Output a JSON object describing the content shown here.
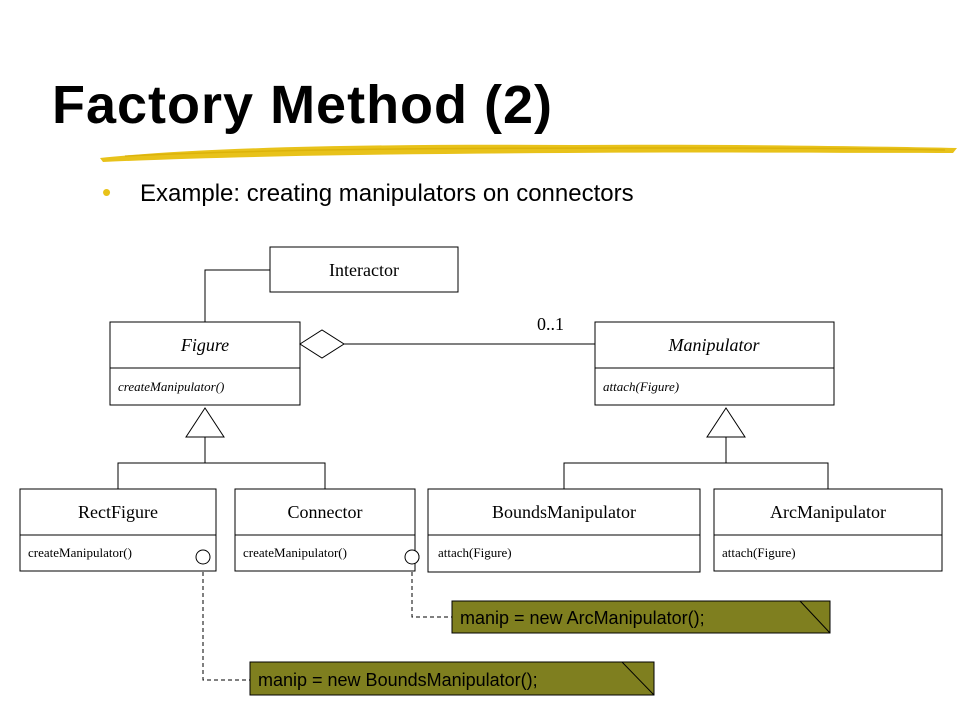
{
  "slide": {
    "title": "Factory Method (2)",
    "bullet": "Example: creating manipulators on connectors",
    "accent_color": "#e8c21a"
  },
  "diagram": {
    "interactor": {
      "name": "Interactor"
    },
    "figure": {
      "name": "Figure",
      "method": "createManipulator()"
    },
    "manipulator": {
      "name": "Manipulator",
      "method": "attach(Figure)"
    },
    "multiplicity": "0..1",
    "rect_figure": {
      "name": "RectFigure",
      "method": "createManipulator()"
    },
    "connector": {
      "name": "Connector",
      "method": "createManipulator()"
    },
    "bounds_manipulator": {
      "name": "BoundsManipulator",
      "method": "attach(Figure)"
    },
    "arc_manipulator": {
      "name": "ArcManipulator",
      "method": "attach(Figure)"
    },
    "note_arc": "manip = new ArcManipulator();",
    "note_bounds": "manip = new BoundsManipulator();",
    "note_color": "#7f7f1f"
  }
}
